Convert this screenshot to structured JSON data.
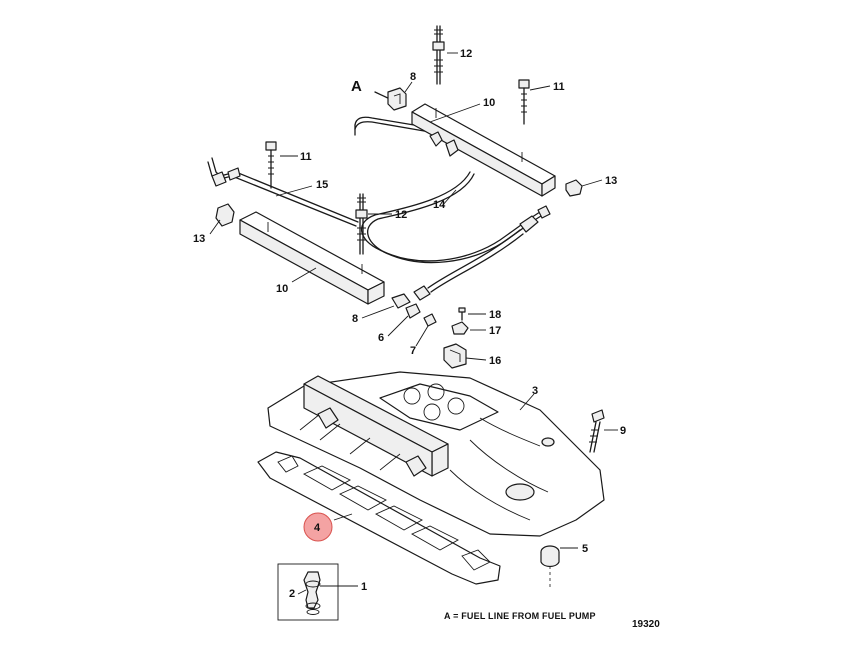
{
  "diagram": {
    "callouts": {
      "c1": "1",
      "c2": "2",
      "c3": "3",
      "c4": "4",
      "c5": "5",
      "c6": "6",
      "c7": "7",
      "c8a": "8",
      "c8b": "8",
      "c9": "9",
      "c10a": "10",
      "c10b": "10",
      "c11a": "11",
      "c11b": "11",
      "c12a": "12",
      "c12b": "12",
      "c13a": "13",
      "c13b": "13",
      "c14": "14",
      "c15": "15",
      "c16": "16",
      "c17": "17",
      "c18": "18"
    },
    "detail_letter": "A",
    "legend": "A = FUEL LINE FROM FUEL PUMP",
    "figure_number": "19320",
    "highlight_color": "#f4a3a3",
    "highlight_stroke": "#d9534f"
  }
}
